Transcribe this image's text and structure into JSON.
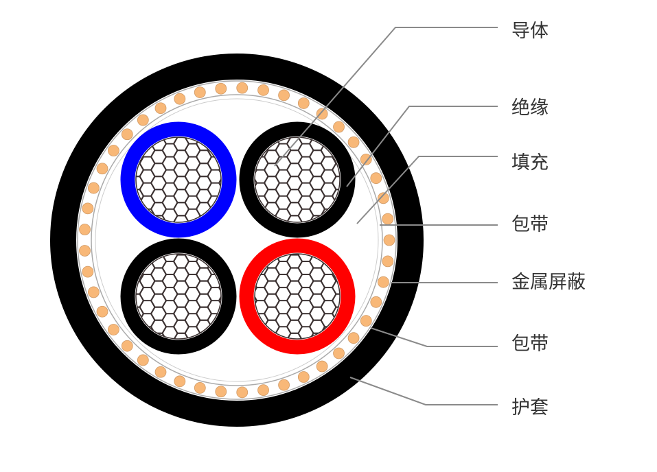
{
  "title": "Cable cross-section",
  "labels": [
    {
      "id": "conductor",
      "text": "导体"
    },
    {
      "id": "insulation",
      "text": "绝缘"
    },
    {
      "id": "filler",
      "text": "填充"
    },
    {
      "id": "inner-tape",
      "text": "包带"
    },
    {
      "id": "metal-shield",
      "text": "金属屏蔽"
    },
    {
      "id": "outer-tape",
      "text": "包带"
    },
    {
      "id": "sheath",
      "text": "护套"
    }
  ],
  "colors": {
    "sheath": "#000000",
    "shield_wire": "#f8b878",
    "core_blue": "#0000ff",
    "core_black": "#000000",
    "core_red": "#ff0000",
    "leader": "#8a8a8a",
    "label": "#333333"
  },
  "cores": [
    "blue",
    "black",
    "black",
    "red"
  ],
  "shield_wire_count": 45
}
